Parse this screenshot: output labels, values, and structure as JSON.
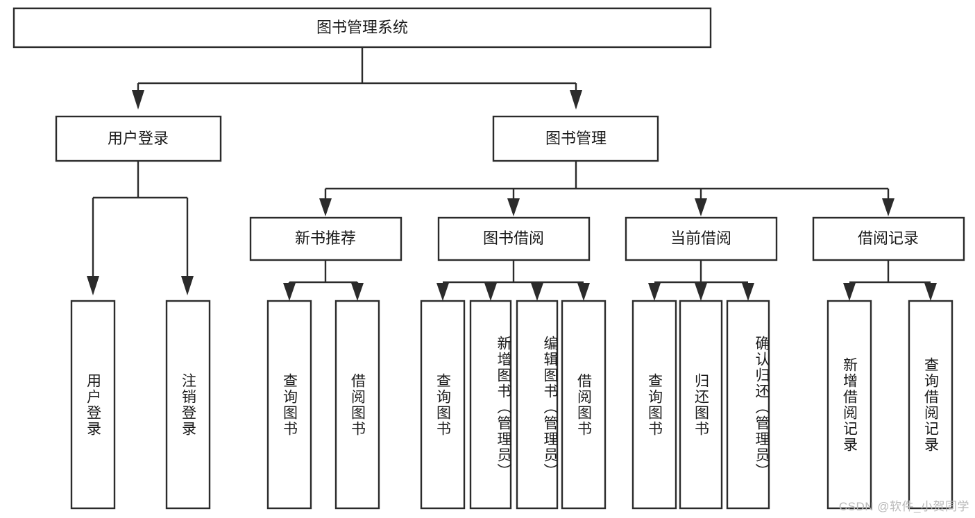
{
  "diagram": {
    "title_node": {
      "label": "图书管理系统"
    },
    "level2": [
      {
        "id": "user-login",
        "label": "用户登录"
      },
      {
        "id": "book-manage",
        "label": "图书管理"
      }
    ],
    "level3": [
      {
        "id": "new-book-recommend",
        "label": "新书推荐"
      },
      {
        "id": "book-borrow",
        "label": "图书借阅"
      },
      {
        "id": "current-borrow",
        "label": "当前借阅"
      },
      {
        "id": "borrow-record",
        "label": "借阅记录"
      }
    ],
    "leaves": {
      "user-login": [
        {
          "id": "leaf-user-login",
          "label": "用户登录"
        },
        {
          "id": "leaf-logout-login",
          "label": "注销登录"
        }
      ],
      "new-book-recommend": [
        {
          "id": "leaf-query-book-1",
          "label": "查询图书"
        },
        {
          "id": "leaf-borrow-book-1",
          "label": "借阅图书"
        }
      ],
      "book-borrow": [
        {
          "id": "leaf-query-book-2",
          "label": "查询图书"
        },
        {
          "id": "leaf-add-book",
          "label": "新增图书（管理员）"
        },
        {
          "id": "leaf-edit-book",
          "label": "编辑图书（管理员）"
        },
        {
          "id": "leaf-borrow-book-2",
          "label": "借阅图书"
        }
      ],
      "current-borrow": [
        {
          "id": "leaf-query-book-3",
          "label": "查询图书"
        },
        {
          "id": "leaf-return-book",
          "label": "归还图书"
        },
        {
          "id": "leaf-confirm-return",
          "label": "确认归还（管理员）"
        }
      ],
      "borrow-record": [
        {
          "id": "leaf-add-record",
          "label": "新增借阅记录"
        },
        {
          "id": "leaf-query-record",
          "label": "查询借阅记录"
        }
      ]
    },
    "colors": {
      "box_stroke": "#2b2b2b",
      "box_fill": "#ffffff",
      "text": "#1a1a1a",
      "watermark": "#b9b9b9",
      "background": "#ffffff"
    }
  },
  "watermark": {
    "text": "CSDN @软件_小贺同学"
  }
}
